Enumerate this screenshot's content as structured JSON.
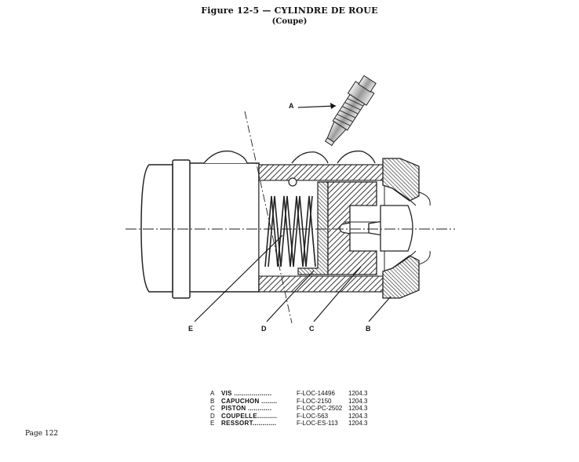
{
  "header": {
    "title": "Figure 12-5 — CYLINDRE DE ROUE",
    "subtitle": "(Coupe)"
  },
  "callouts": {
    "a": "A",
    "b": "B",
    "c": "C",
    "d": "D",
    "e": "E"
  },
  "legend": [
    {
      "letter": "A",
      "name": "VIS ...................",
      "ref": "F-LOC-14496",
      "num": "1204.3"
    },
    {
      "letter": "B",
      "name": "CAPUCHON ........",
      "ref": "F-LOC-2150",
      "num": "1204.3"
    },
    {
      "letter": "C",
      "name": "PISTON ............",
      "ref": "F-LOC-PC-2502",
      "num": "1204.3"
    },
    {
      "letter": "D",
      "name": "COUPELLE..........",
      "ref": "F-LOC-563",
      "num": "1204.3"
    },
    {
      "letter": "E",
      "name": "RESSORT............",
      "ref": "F-LOC-ES-113",
      "num": "1204.3"
    }
  ],
  "footer": {
    "page": "Page 122"
  }
}
